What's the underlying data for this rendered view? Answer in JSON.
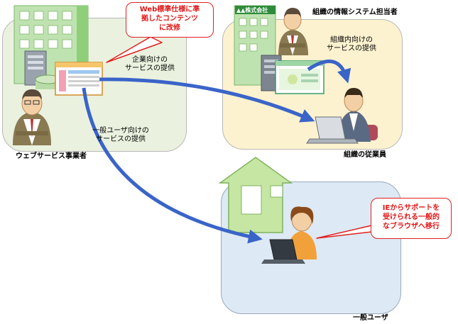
{
  "zones": {
    "vendor_label": "ウェブサービス事業者",
    "org_employee_label": "組織の従業員",
    "org_admin_label": "組織の情報システム担当者",
    "general_user_label": "一般ユーザ"
  },
  "arrows": {
    "enterprise_service": [
      "企業向けの",
      "サービスの提供"
    ],
    "internal_service": [
      "組織内向けの",
      "サービスの提供"
    ],
    "general_service": [
      "一般ユーザ向けの",
      "サービスの提供"
    ]
  },
  "callouts": {
    "web_standard": [
      "Web標準仕様に準",
      "拠したコンテンツ",
      "に改修"
    ],
    "browser_migration": [
      "IEからサポートを",
      "受けられる一般的",
      "なブラウザへ移行"
    ]
  },
  "building_sign": "▲▲株式会社",
  "colors": {
    "arrow_blue": "#3a64c8",
    "callout_red": "#e01818",
    "vendor_zone": "#eaf2df",
    "org_zone": "#fdf2cf",
    "user_zone": "#dde9f4"
  }
}
